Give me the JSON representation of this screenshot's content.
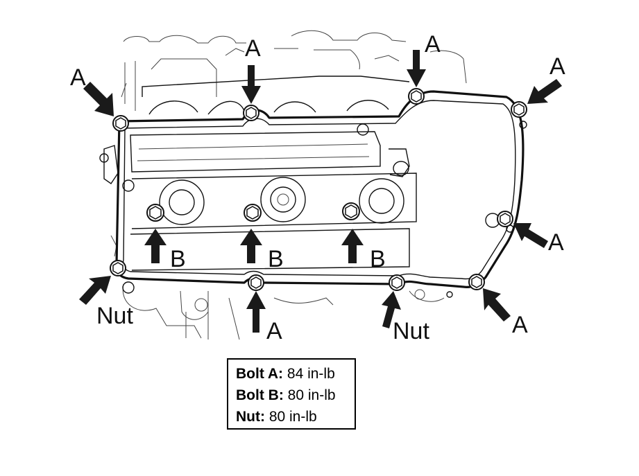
{
  "callouts": {
    "a": "A",
    "b": "B",
    "nut": "Nut"
  },
  "legend": [
    {
      "key": "Bolt A:",
      "value": "84 in-lb"
    },
    {
      "key": "Bolt B:",
      "value": "80 in-lb"
    },
    {
      "key": "Nut:",
      "value": "80 in-lb"
    }
  ]
}
